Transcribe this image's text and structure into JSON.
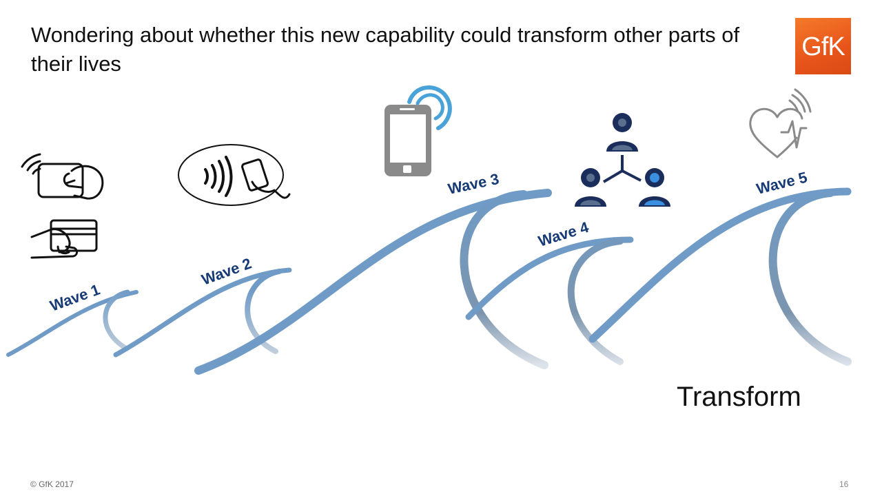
{
  "title": "Wondering about whether this new capability could transform other parts of their lives",
  "logo": {
    "text": "GfK",
    "color": "#e8551b"
  },
  "waves": [
    {
      "label": "Wave 1",
      "icon": "contactless-card-icon"
    },
    {
      "label": "Wave 2",
      "icon": "contactless-payment-icon"
    },
    {
      "label": "Wave 3",
      "icon": "smartphone-nfc-icon"
    },
    {
      "label": "Wave 4",
      "icon": "people-network-icon"
    },
    {
      "label": "Wave 5",
      "icon": "heart-health-icon"
    }
  ],
  "colors": {
    "wave": "#6f9bc6",
    "label": "#163a75",
    "accent": "#4aa3d8"
  },
  "result_label": "Transform",
  "footer": {
    "copyright": "© GfK 2017",
    "page": "16"
  }
}
